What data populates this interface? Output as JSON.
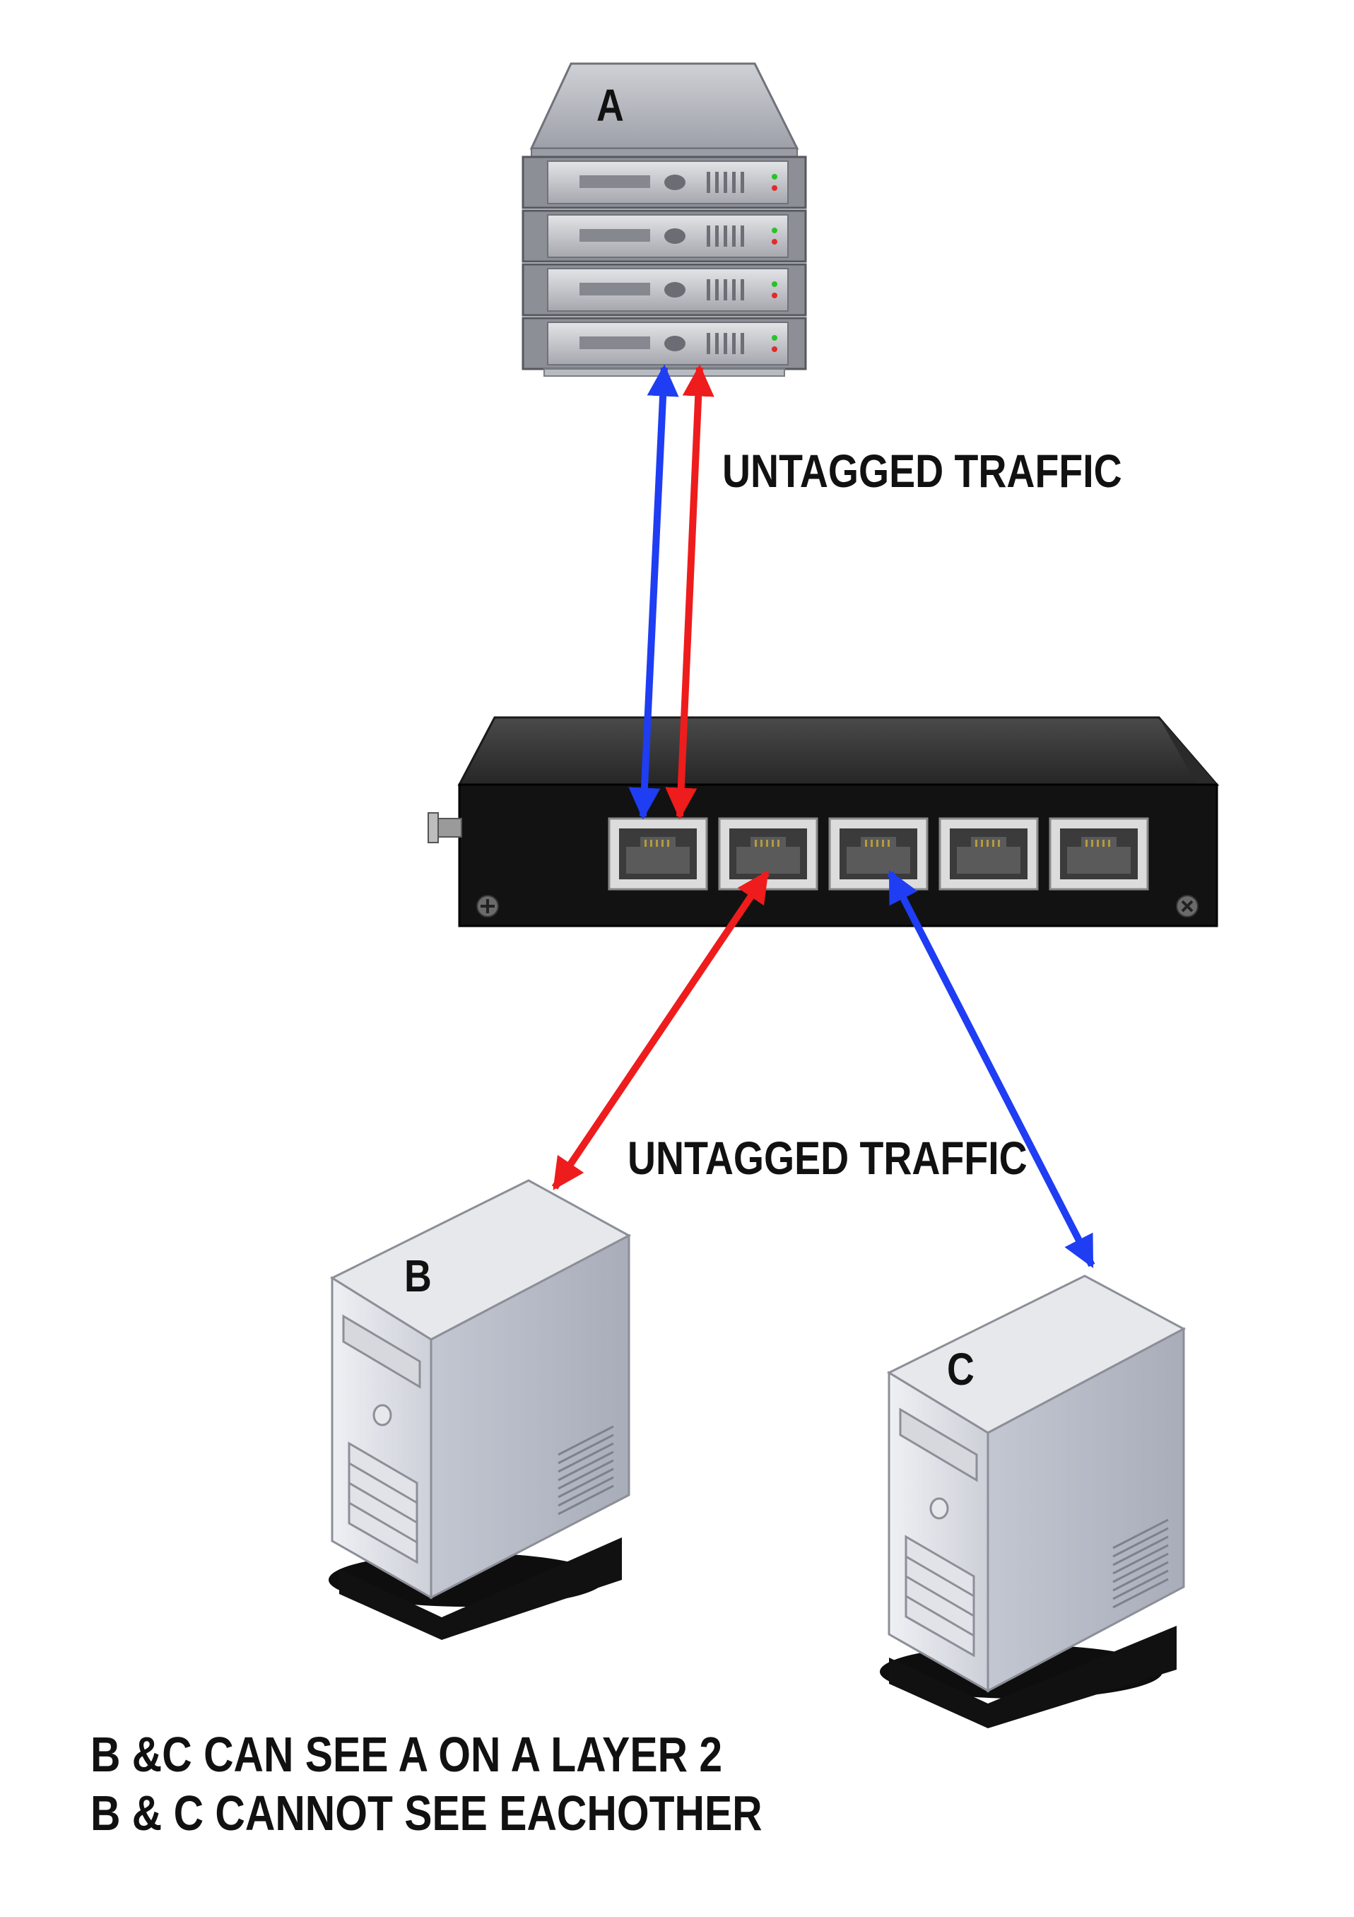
{
  "nodes": {
    "a": {
      "label": "A"
    },
    "b": {
      "label": "B"
    },
    "c": {
      "label": "C"
    }
  },
  "links": {
    "top_label": "UNTAGGED TRAFFIC",
    "bottom_label": "UNTAGGED TRAFFIC"
  },
  "notes": {
    "line1": "B &C CAN SEE A ON A LAYER 2",
    "line2": "B & C CANNOT SEE EACHOTHER"
  },
  "colors": {
    "blue": "#1f3df2",
    "red": "#ee1c1c",
    "text": "#111111",
    "server_face": "#c9ccd4",
    "switch_body": "#111111"
  }
}
